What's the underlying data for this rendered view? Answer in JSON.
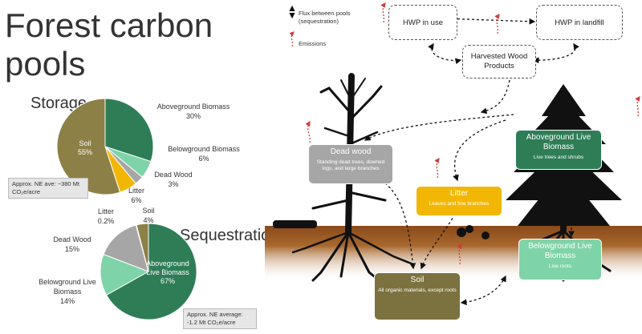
{
  "title": "Forest carbon pools",
  "legend": {
    "flux_label": "Flux between pools (sequestration)",
    "emissions_label": "Emissions"
  },
  "storage_note": "Approx. NE ave: ~380 Mt CO₂e/acre",
  "sequestration_note": "Approx. NE average: -1.2 Mt CO₂e/acre",
  "top_boxes": {
    "hwp_in_use": "HWP in use",
    "hwp_in_landfill": "HWP in landfill",
    "harvested_wood": "Harvested Wood Products"
  },
  "pools": {
    "dead_wood": {
      "title": "Dead wood",
      "subtitle": "Standing dead trees, downed logs, and large branches",
      "color": "#a6a6a6"
    },
    "litter": {
      "title": "Litter",
      "subtitle": "Leaves and fine branches",
      "color": "#f2b705"
    },
    "aboveground": {
      "title": "Aboveground Live Biomass",
      "subtitle": "Live trees and shrubs",
      "color": "#2e7d57"
    },
    "belowground": {
      "title": "Belowground Live Biomass",
      "subtitle": "Live roots",
      "color": "#7fd3a8"
    },
    "soil": {
      "title": "Soil",
      "subtitle": "All organic materials, except roots",
      "color": "#7b7240"
    }
  },
  "chart_data": [
    {
      "type": "pie",
      "title": "Storage",
      "categories": [
        "Aboveground Biomass",
        "Belowground Biomass",
        "Dead Wood",
        "Litter",
        "Soil"
      ],
      "values": [
        30,
        6,
        3,
        6,
        55
      ],
      "value_labels": [
        "30%",
        "6%",
        "3%",
        "6%",
        "55%"
      ],
      "colors": [
        "#2e7d57",
        "#7fd3a8",
        "#a6a6a6",
        "#f2b705",
        "#8c8046"
      ]
    },
    {
      "type": "pie",
      "title": "Sequestration",
      "categories": [
        "Aboveground Live Biomass",
        "Belowground Live Biomass",
        "Dead Wood",
        "Litter",
        "Soil"
      ],
      "values": [
        67,
        14,
        15,
        0.2,
        4
      ],
      "value_labels": [
        "67%",
        "14%",
        "15%",
        "0.2%",
        "4%"
      ],
      "colors": [
        "#2e7d57",
        "#7fd3a8",
        "#a6a6a6",
        "#f2b705",
        "#8c8046"
      ]
    }
  ]
}
